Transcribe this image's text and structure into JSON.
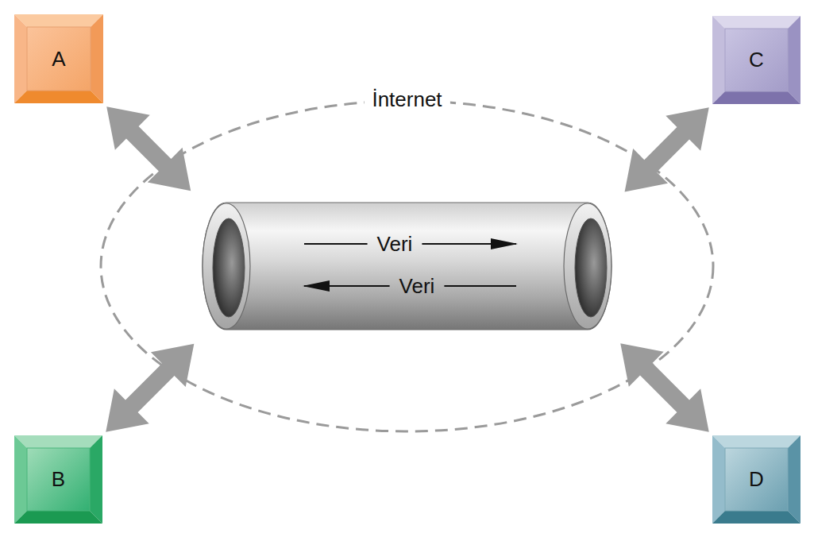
{
  "diagram": {
    "nodes": [
      {
        "text": [
          "A"
        ]
      },
      {
        "text": [
          "İnternet"
        ]
      },
      {
        "text": [
          "Veri",
          "Veri"
        ],
        "in": 1
      },
      {
        "text": [
          "C"
        ]
      },
      {
        "text": [
          "B"
        ]
      },
      {
        "text": [
          "D"
        ]
      }
    ],
    "edges": [
      {
        "from": 0,
        "to": 1,
        "arrow": "both"
      },
      {
        "from": 3,
        "to": 1,
        "arrow": "both"
      },
      {
        "from": 4,
        "to": 1,
        "arrow": "both"
      },
      {
        "from": 5,
        "to": 1,
        "arrow": "both"
      }
    ]
  }
}
